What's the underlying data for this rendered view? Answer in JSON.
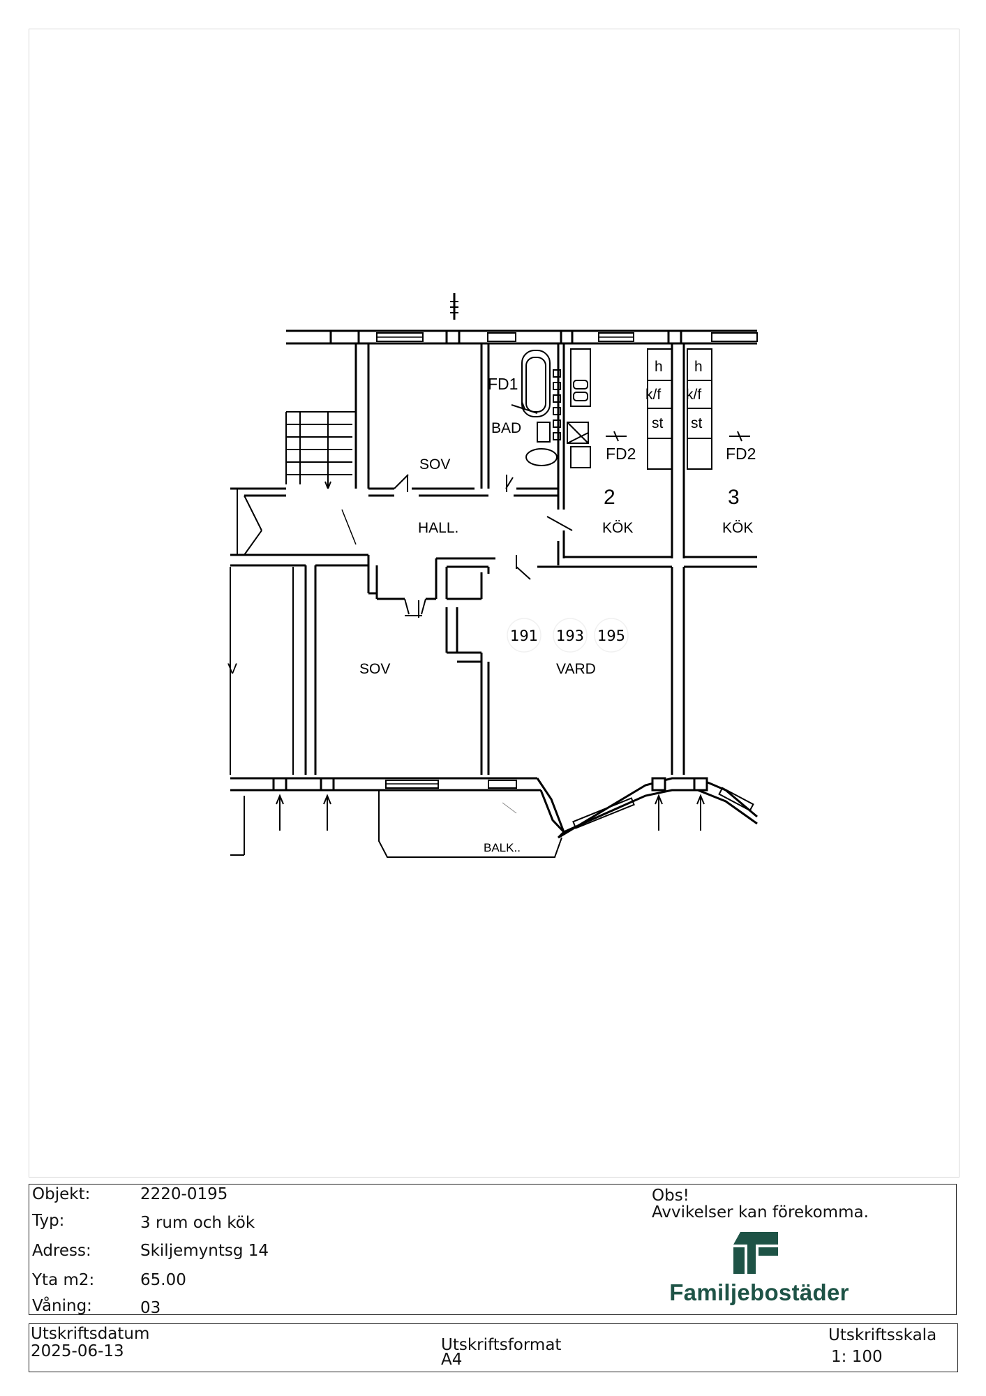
{
  "plan": {
    "rooms": {
      "sov_top": "SOV",
      "bad": "BAD",
      "fd1": "FD1",
      "hall": "HALL.",
      "sov_bottom": "SOV",
      "vard": "VARD",
      "v_partial": "V",
      "balk": "BALK..",
      "kok2_num": "2",
      "kok2": "KÖK",
      "kok3_num": "3",
      "kok3": "KÖK",
      "fd2_a": "FD2",
      "fd2_b": "FD2"
    },
    "cabinet_a": {
      "h": "h",
      "kf": "k/f",
      "st": "st"
    },
    "cabinet_b": {
      "h": "h",
      "kf": "k/f",
      "st": "st"
    },
    "unit_markers": [
      "191",
      "193",
      "195"
    ]
  },
  "info": {
    "objekt_label": "Objekt:",
    "objekt_value": "2220-0195",
    "typ_label": "Typ:",
    "typ_value": "3 rum och kök",
    "adress_label": "Adress:",
    "adress_value": "Skiljemyntsg 14",
    "yta_label": "Yta m2:",
    "yta_value": "65.00",
    "vaning_label": "Våning:",
    "vaning_value": "03",
    "obs_title": "Obs!",
    "obs_text": "Avvikelser kan förekomma.",
    "logo_text": "Familjebostäder",
    "logo_color": "#1e5346"
  },
  "footer": {
    "datum_label": "Utskriftsdatum",
    "datum_value": "2025-06-13",
    "format_label": "Utskriftsformat",
    "format_value": "A4",
    "skala_label": "Utskriftsskala",
    "skala_value": "1: 100"
  }
}
